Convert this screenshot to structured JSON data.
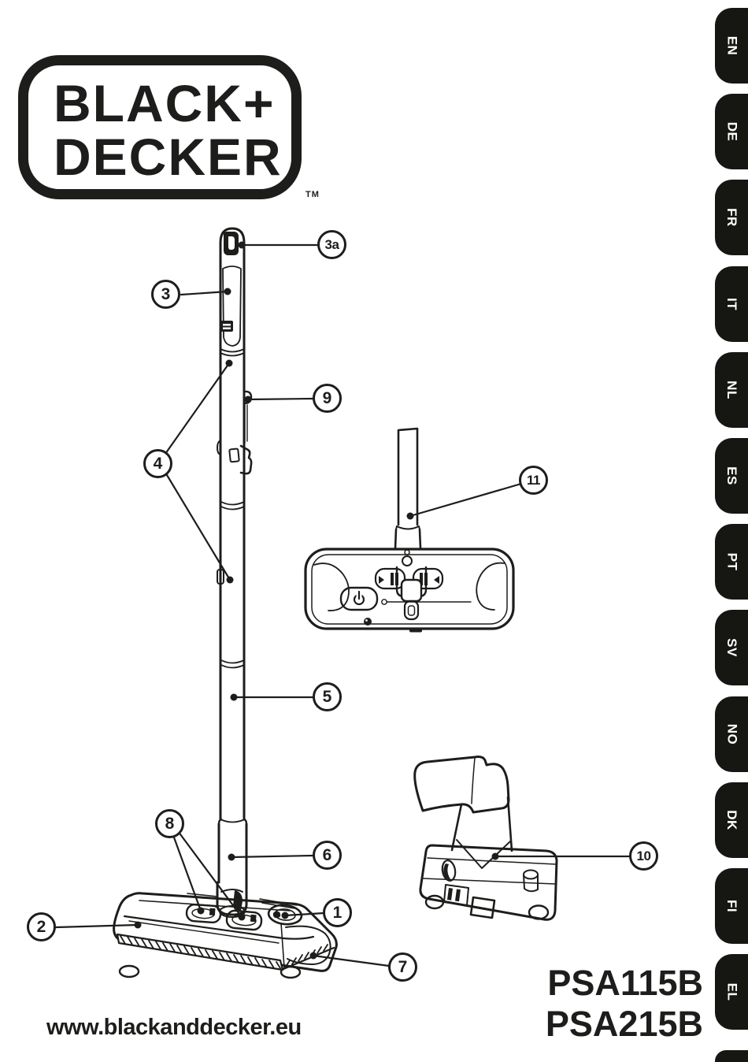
{
  "page": {
    "ink_color": "#1d1d1b",
    "background_color": "#ffffff"
  },
  "brand": {
    "logo_line1": "BLACK+",
    "logo_line2": "DECKER",
    "trademark_symbol": "TM"
  },
  "language_tabs": [
    {
      "code": "EN"
    },
    {
      "code": "DE"
    },
    {
      "code": "FR"
    },
    {
      "code": "IT"
    },
    {
      "code": "NL"
    },
    {
      "code": "ES"
    },
    {
      "code": "PT"
    },
    {
      "code": "SV"
    },
    {
      "code": "NO"
    },
    {
      "code": "DK"
    },
    {
      "code": "FI"
    },
    {
      "code": "EL"
    }
  ],
  "diagram": {
    "icons": {
      "power": "⏻"
    },
    "callouts": [
      {
        "label": "1"
      },
      {
        "label": "2"
      },
      {
        "label": "3"
      },
      {
        "label": "3a"
      },
      {
        "label": "4"
      },
      {
        "label": "5"
      },
      {
        "label": "6"
      },
      {
        "label": "7"
      },
      {
        "label": "8"
      },
      {
        "label": "9"
      },
      {
        "label": "10"
      },
      {
        "label": "11"
      }
    ]
  },
  "footer": {
    "website": "www.blackanddecker.eu",
    "models": [
      "PSA115B",
      "PSA215B"
    ]
  }
}
